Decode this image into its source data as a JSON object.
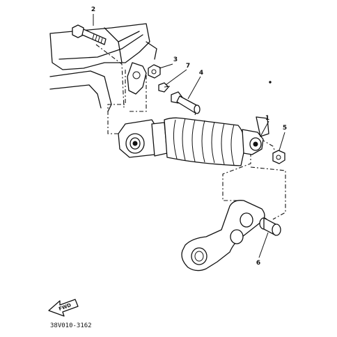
{
  "diagram": {
    "callouts": {
      "p1": "1",
      "p2": "2",
      "p3": "3",
      "p4": "4",
      "p5": "5",
      "p6": "6",
      "p7": "7"
    },
    "direction_label": "FWD",
    "drawing_code": "38V010-3162"
  }
}
